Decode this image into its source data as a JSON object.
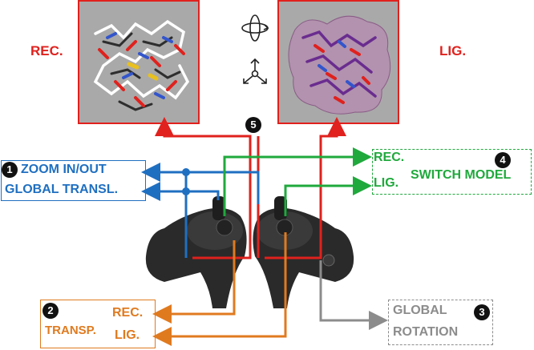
{
  "panels": {
    "rec_label": "REC.",
    "lig_label": "LIG."
  },
  "zoom_box": {
    "badge": "1",
    "line1": "ZOOM IN/OUT",
    "line2": "GLOBAL TRANSL."
  },
  "transp_box": {
    "badge": "2",
    "label": "TRANSP.",
    "rec": "REC.",
    "lig": "LIG."
  },
  "rotation_box": {
    "badge": "3",
    "line1": "GLOBAL",
    "line2": "ROTATION"
  },
  "switch_box": {
    "badge": "4",
    "rec": "REC.",
    "lig": "LIG.",
    "label": "SWITCH MODEL"
  },
  "top_badge": "5",
  "icons": [
    "rotate-3d-icon",
    "move-3d-icon",
    "receptor-molecule-icon",
    "ligand-molecule-icon",
    "vr-controller-icon"
  ],
  "colors": {
    "red": "#e0211d",
    "blue": "#1f6fc1",
    "green": "#1fa93c",
    "orange": "#e07a1f",
    "gray": "#8c8c8c"
  }
}
